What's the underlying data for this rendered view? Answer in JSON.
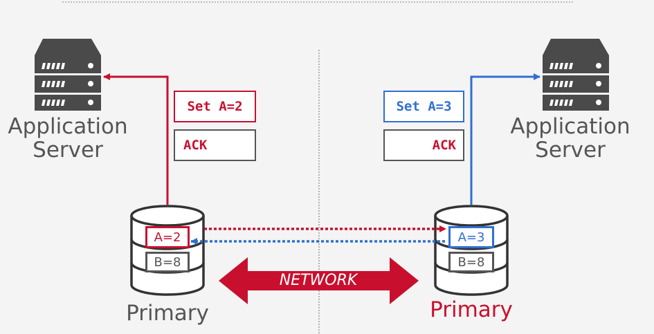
{
  "colors": {
    "red": "#c8102e",
    "blue": "#2f6fd0",
    "gray": "#555555",
    "dark": "#444444"
  },
  "left": {
    "server_label_line1": "Application",
    "server_label_line2": "Server",
    "msg_request": "Set A=2",
    "msg_ack": "ACK",
    "db_cell_a": "A=2",
    "db_cell_b": "B=8",
    "db_label": "Primary"
  },
  "right": {
    "server_label_line1": "Application",
    "server_label_line2": "Server",
    "msg_request": "Set A=3",
    "msg_ack": "ACK",
    "db_cell_a": "A=3",
    "db_cell_b": "B=8",
    "db_label": "Primary"
  },
  "network_label": "NETWORK"
}
